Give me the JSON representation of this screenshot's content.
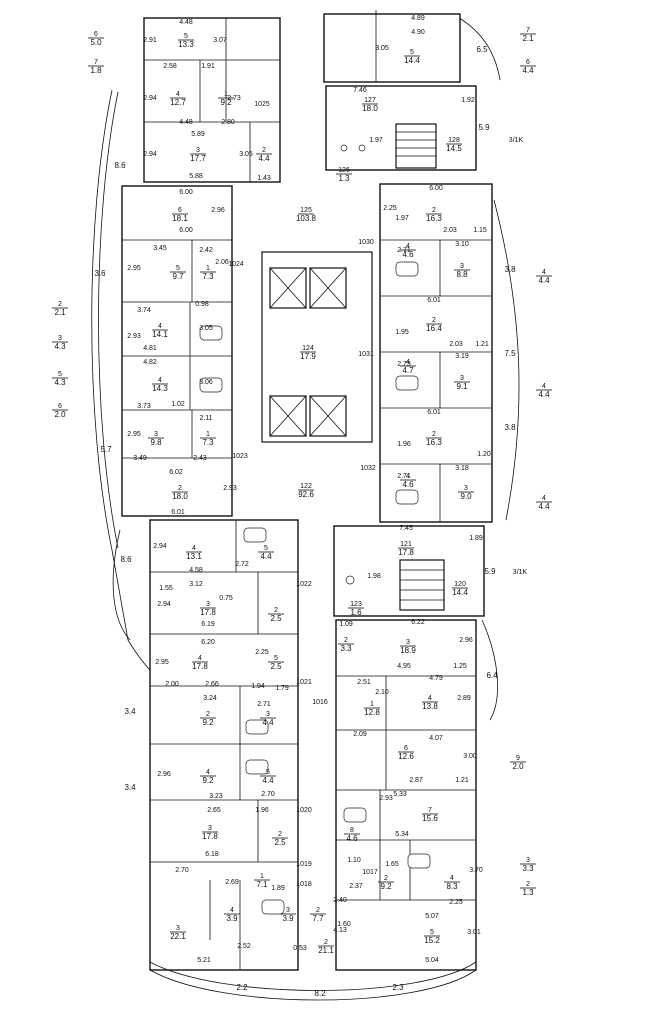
{
  "plan": {
    "corridor_labels": [
      {
        "id": "125",
        "area": "103.8"
      },
      {
        "id": "124",
        "area": "17.9"
      },
      {
        "id": "122",
        "area": "92.6"
      },
      {
        "id": "127",
        "area": "18.0"
      },
      {
        "id": "121",
        "area": "17.8"
      },
      {
        "id": "128",
        "area": "14.5"
      },
      {
        "id": "120",
        "area": "14.4"
      },
      {
        "id": "126",
        "area": "1.3"
      },
      {
        "id": "123",
        "area": "1.6"
      }
    ],
    "unit_codes": [
      "1025",
      "1024",
      "1023",
      "1022",
      "1021",
      "1020",
      "1019",
      "1018",
      "1017",
      "1016",
      "1030",
      "1031",
      "1032"
    ],
    "rooms": [
      {
        "n": "5",
        "a": "13.3"
      },
      {
        "n": "4",
        "a": "12.7"
      },
      {
        "n": "1",
        "a": "9.2"
      },
      {
        "n": "3",
        "a": "17.7"
      },
      {
        "n": "2",
        "a": "4.4"
      },
      {
        "n": "6",
        "a": "18.1"
      },
      {
        "n": "5",
        "a": "9.7"
      },
      {
        "n": "1",
        "a": "7.3"
      },
      {
        "n": "4",
        "a": "14.1"
      },
      {
        "n": "4",
        "a": "14.3"
      },
      {
        "n": "3",
        "a": "9.8"
      },
      {
        "n": "1",
        "a": "7.3"
      },
      {
        "n": "2",
        "a": "18.0"
      },
      {
        "n": "4",
        "a": "13.1"
      },
      {
        "n": "5",
        "a": "4.4"
      },
      {
        "n": "3",
        "a": "17.8"
      },
      {
        "n": "2",
        "a": "2.5"
      },
      {
        "n": "4",
        "a": "17.8"
      },
      {
        "n": "5",
        "a": "2.5"
      },
      {
        "n": "2",
        "a": "9.2"
      },
      {
        "n": "3",
        "a": "4.4"
      },
      {
        "n": "4",
        "a": "9.2"
      },
      {
        "n": "5",
        "a": "4.4"
      },
      {
        "n": "3",
        "a": "17.8"
      },
      {
        "n": "2",
        "a": "2.5"
      },
      {
        "n": "1",
        "a": "7.1"
      },
      {
        "n": "3",
        "a": "22.1"
      },
      {
        "n": "4",
        "a": "3.9"
      },
      {
        "n": "3",
        "a": "3.9"
      },
      {
        "n": "2",
        "a": "7.7"
      },
      {
        "n": "2",
        "a": "21.1"
      },
      {
        "n": "5",
        "a": "14.4"
      },
      {
        "n": "2",
        "a": "16.3"
      },
      {
        "n": "4",
        "a": "4.6"
      },
      {
        "n": "3",
        "a": "8.8"
      },
      {
        "n": "2",
        "a": "16.4"
      },
      {
        "n": "4",
        "a": "4.7"
      },
      {
        "n": "3",
        "a": "9.1"
      },
      {
        "n": "2",
        "a": "16.3"
      },
      {
        "n": "4",
        "a": "4.6"
      },
      {
        "n": "3",
        "a": "9.0"
      },
      {
        "n": "3",
        "a": "18.9"
      },
      {
        "n": "2",
        "a": "3.3"
      },
      {
        "n": "1",
        "a": "12.8"
      },
      {
        "n": "4",
        "a": "13.8"
      },
      {
        "n": "6",
        "a": "12.6"
      },
      {
        "n": "8",
        "a": "4.6"
      },
      {
        "n": "7",
        "a": "15.6"
      },
      {
        "n": "2",
        "a": "9.2"
      },
      {
        "n": "4",
        "a": "8.3"
      },
      {
        "n": "5",
        "a": "15.2"
      }
    ],
    "dims": [
      "4.48",
      "2.91",
      "3.07",
      "2.58",
      "1.91",
      "2.94",
      "2.73",
      "4.48",
      "2.80",
      "5.89",
      "2.94",
      "3.05",
      "5.88",
      "1.43",
      "6.00",
      "2.96",
      "6.00",
      "3.45",
      "2.42",
      "2.06",
      "2.95",
      "0.98",
      "3.74",
      "2.93",
      "3.05",
      "4.81",
      "4.82",
      "3.06",
      "3.73",
      "1.02",
      "2.11",
      "2.95",
      "3.49",
      "2.43",
      "6.02",
      "2.93",
      "6.01",
      "2.94",
      "2.72",
      "4.58",
      "3.12",
      "2.94",
      "1.55",
      "0.75",
      "6.19",
      "6.20",
      "2.25",
      "2.95",
      "2.00",
      "2.66",
      "1.94",
      "3.24",
      "2.71",
      "1.79",
      "2.70",
      "2.96",
      "3.23",
      "2.65",
      "1.96",
      "6.18",
      "2.70",
      "2.69",
      "1.89",
      "5.21",
      "2.52",
      "0.53",
      "4.89",
      "4.90",
      "3.05",
      "7.46",
      "1.92",
      "1.97",
      "6.00",
      "2.25",
      "1.97",
      "2.03",
      "1.15",
      "2.71",
      "3.10",
      "6.01",
      "1.95",
      "2.03",
      "1.21",
      "2.73",
      "3.19",
      "6.01",
      "1.96",
      "1.20",
      "2.71",
      "3.18",
      "7.45",
      "1.89",
      "1.98",
      "6.22",
      "1.09",
      "2.96",
      "4.95",
      "1.25",
      "4.79",
      "2.51",
      "2.10",
      "2.89",
      "2.09",
      "4.07",
      "3.00",
      "5.33",
      "2.87",
      "1.21",
      "5.34",
      "2.93",
      "1.65",
      "3.70",
      "2.25",
      "5.07",
      "3.01",
      "5.04",
      "4.13",
      "2.37",
      "2.40",
      "1.60",
      "1.10"
    ],
    "outside_left": [
      {
        "n": "6",
        "a": "5.0"
      },
      {
        "n": "7",
        "a": "1.8"
      },
      {
        "n": "2",
        "a": "2.1"
      },
      {
        "n": "3",
        "a": "4.3"
      },
      {
        "n": "5",
        "a": "4.3"
      },
      {
        "n": "6",
        "a": "2.0"
      }
    ],
    "outside_right": [
      {
        "n": "7",
        "a": "2.1"
      },
      {
        "n": "6",
        "a": "4.4"
      },
      {
        "n": "4",
        "a": "4.4"
      },
      {
        "n": "4",
        "a": "4.4"
      },
      {
        "n": "4",
        "a": "4.4"
      },
      {
        "n": "9",
        "a": "2.0"
      },
      {
        "n": "3",
        "a": "3.3"
      },
      {
        "n": "2",
        "a": "1.3"
      }
    ],
    "balconies": [
      "8.6",
      "3.6",
      "5.7",
      "8.6",
      "3.4",
      "3.4",
      "6.5",
      "5.9",
      "3.8",
      "7.5",
      "3.8",
      "5.9",
      "6.4",
      "2.2",
      "8.2",
      "2.3"
    ],
    "stair_labels": [
      "3/1K",
      "3/1K"
    ]
  }
}
